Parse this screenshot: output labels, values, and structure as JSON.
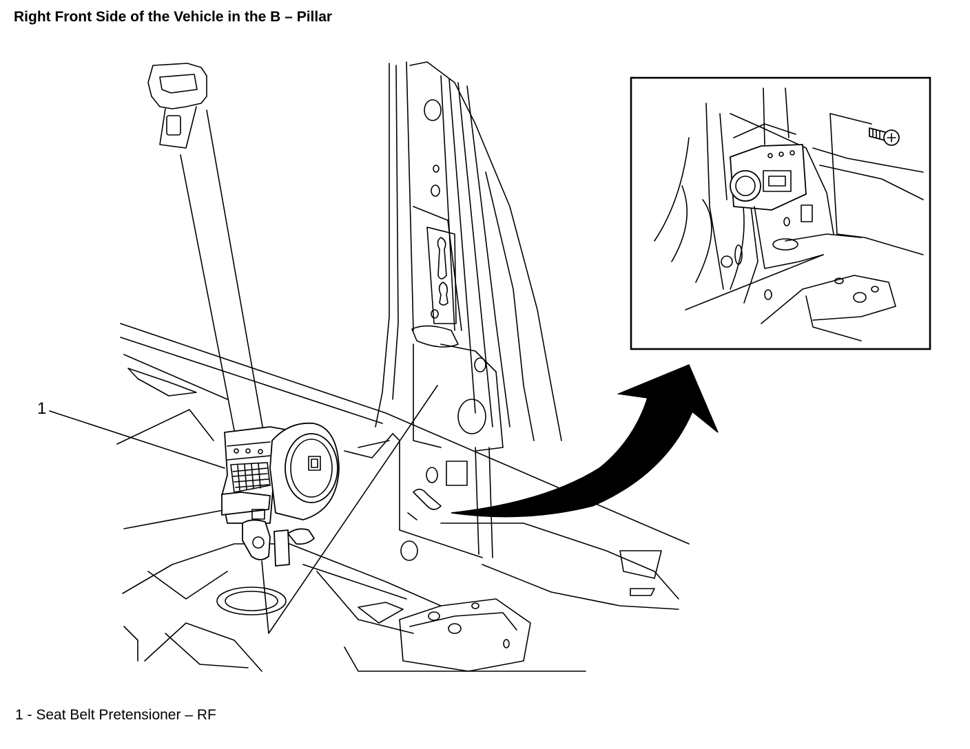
{
  "title": "Right Front Side of the Vehicle in the B – Pillar",
  "callouts": [
    {
      "number": "1",
      "label": "Seat Belt Pretensioner – RF"
    }
  ],
  "legend_separator": " - ",
  "icons": [
    "curved-arrow-icon",
    "screw-icon"
  ]
}
